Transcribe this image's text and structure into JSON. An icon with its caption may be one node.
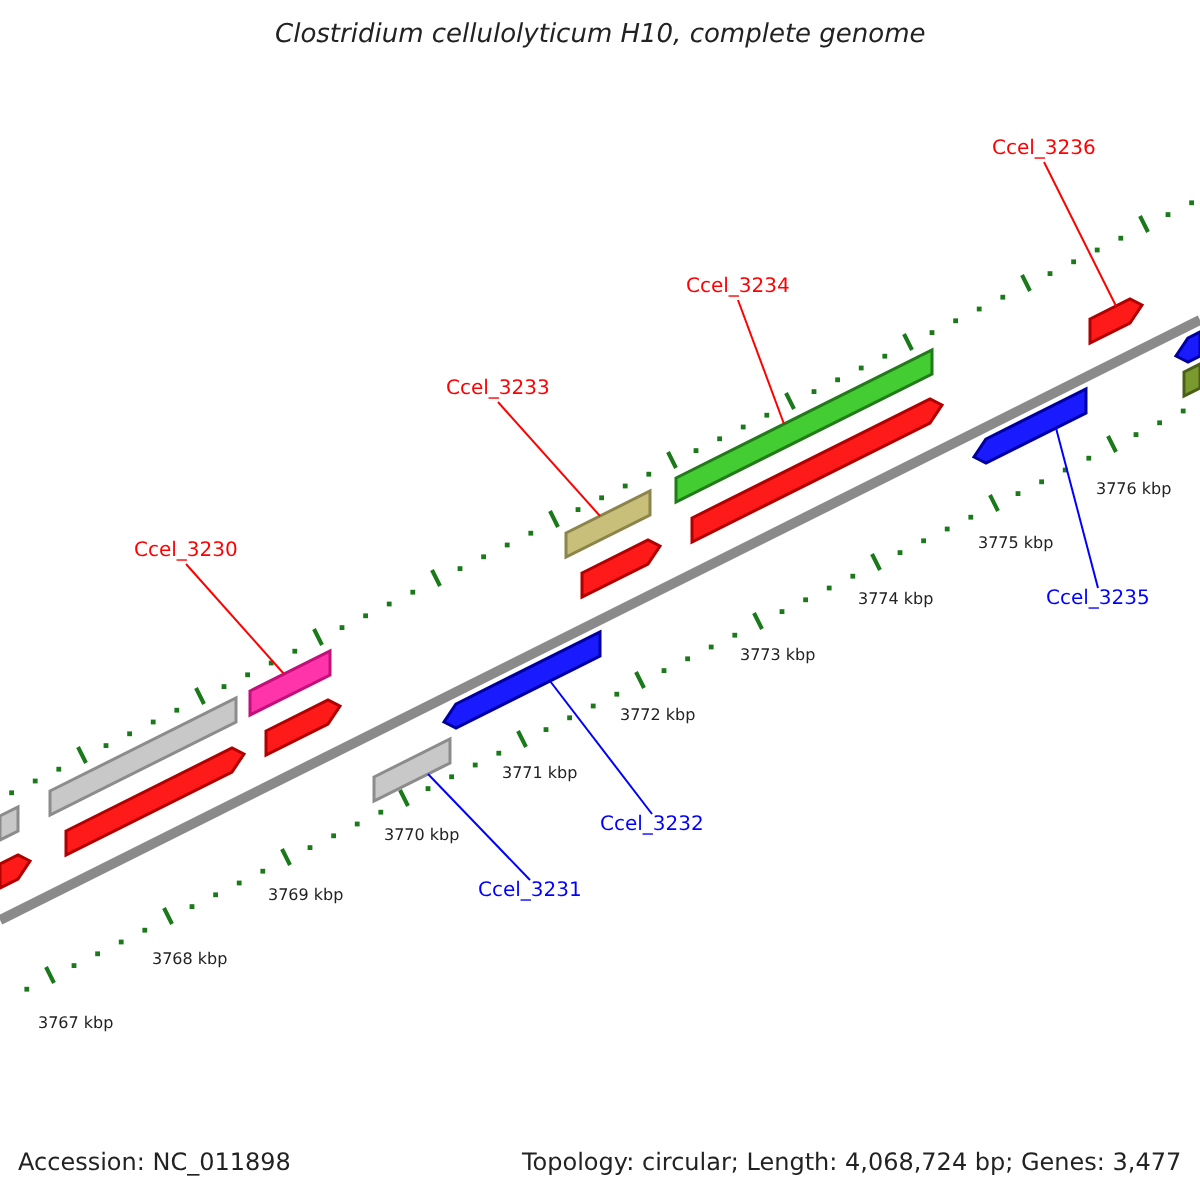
{
  "diagram": {
    "title": "Clostridium cellulolyticum H10, complete genome",
    "nodes": [
      {
        "text": [
          "Ccel_3236"
        ]
      },
      {
        "text": [
          "Ccel_3234"
        ]
      },
      {
        "text": [
          "Ccel_3233"
        ]
      },
      {
        "text": [
          "Ccel_3235"
        ]
      },
      {
        "text": [
          "Ccel_3230"
        ]
      },
      {
        "text": [
          "Ccel_3232"
        ]
      },
      {
        "text": [
          "Ccel_3231"
        ]
      },
      {
        "text": [],
        "shape": "bar"
      },
      {
        "text": [],
        "shape": "bar"
      },
      {
        "text": [],
        "shape": "bar"
      },
      {
        "text": [],
        "shape": "bar"
      },
      {
        "text": [],
        "shape": "bar"
      },
      {
        "text": [],
        "shape": "bar"
      },
      {
        "text": [],
        "shape": "bar"
      },
      {
        "text": [],
        "shape": "bar"
      },
      {
        "text": [],
        "shape": "bar"
      },
      {
        "text": [],
        "shape": "bar"
      },
      {
        "text": [],
        "shape": "bar"
      },
      {
        "text": [],
        "shape": "bar"
      },
      {
        "text": [],
        "shape": "bar"
      },
      {
        "text": [],
        "shape": "bar"
      },
      {
        "text": [],
        "shape": "bar"
      },
      {
        "text": [],
        "shape": "bar"
      }
    ],
    "edges": [
      {
        "from": 0,
        "to": 7,
        "arrow": "none"
      },
      {
        "from": 1,
        "to": 8,
        "arrow": "none"
      },
      {
        "from": 2,
        "to": 9,
        "arrow": "none"
      },
      {
        "from": 3,
        "to": 10,
        "arrow": "none",
        "color": "#0000ff"
      },
      {
        "from": 4,
        "to": 11,
        "arrow": "none"
      },
      {
        "from": 5,
        "to": 12,
        "arrow": "none",
        "color": "#0000ff"
      },
      {
        "from": 6,
        "to": 13,
        "arrow": "none",
        "color": "#0000ff"
      }
    ],
    "labels": [
      "3767 kbp",
      "3768 kbp",
      "3769 kbp",
      "3770 kbp",
      "3771 kbp",
      "3772 kbp",
      "3773 kbp",
      "3774 kbp",
      "3775 kbp",
      "3776 kbp",
      "Accession: NC_011898",
      "Topology: circular; Length: 4,068,724 bp; Genes: 3,477"
    ]
  }
}
